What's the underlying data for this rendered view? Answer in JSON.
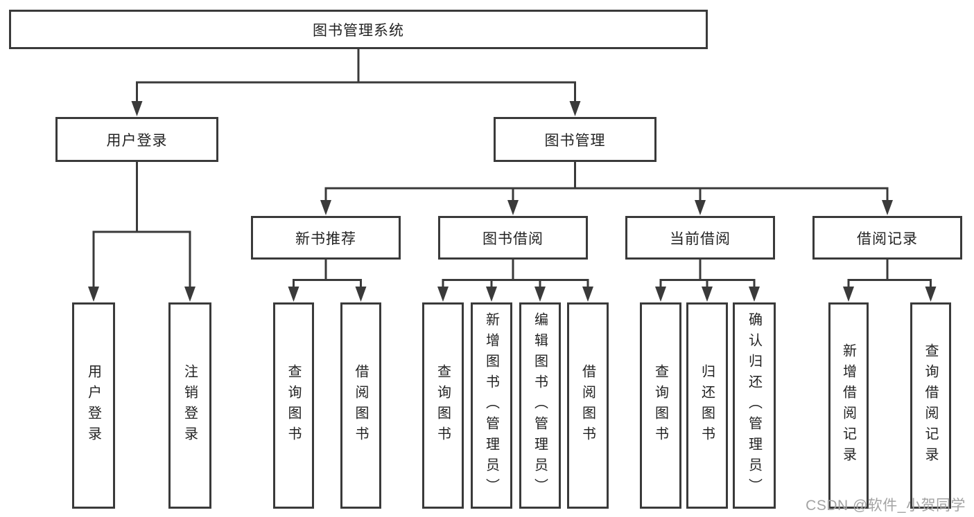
{
  "diagram": {
    "root": {
      "label": "图书管理系统"
    },
    "user_login": {
      "label": "用户登录",
      "leaves": [
        "用户登录",
        "注销登录"
      ]
    },
    "book_management": {
      "label": "图书管理",
      "groups": [
        {
          "label": "新书推荐",
          "leaves": [
            "查询图书",
            "借阅图书"
          ]
        },
        {
          "label": "图书借阅",
          "leaves": [
            "查询图书",
            "新增图书（管理员）",
            "编辑图书（管理员）",
            "借阅图书"
          ]
        },
        {
          "label": "当前借阅",
          "leaves": [
            "查询图书",
            "归还图书",
            "确认归还（管理员）"
          ]
        },
        {
          "label": "借阅记录",
          "leaves": [
            "新增借阅记录",
            "查询借阅记录"
          ]
        }
      ]
    }
  },
  "watermark": "CSDN @软件_小贺同学",
  "colors": {
    "line": "#3a3a3a",
    "box_border": "#3a3a3a",
    "text": "#232323",
    "watermark": "#a3a3a3",
    "background": "#ffffff"
  }
}
